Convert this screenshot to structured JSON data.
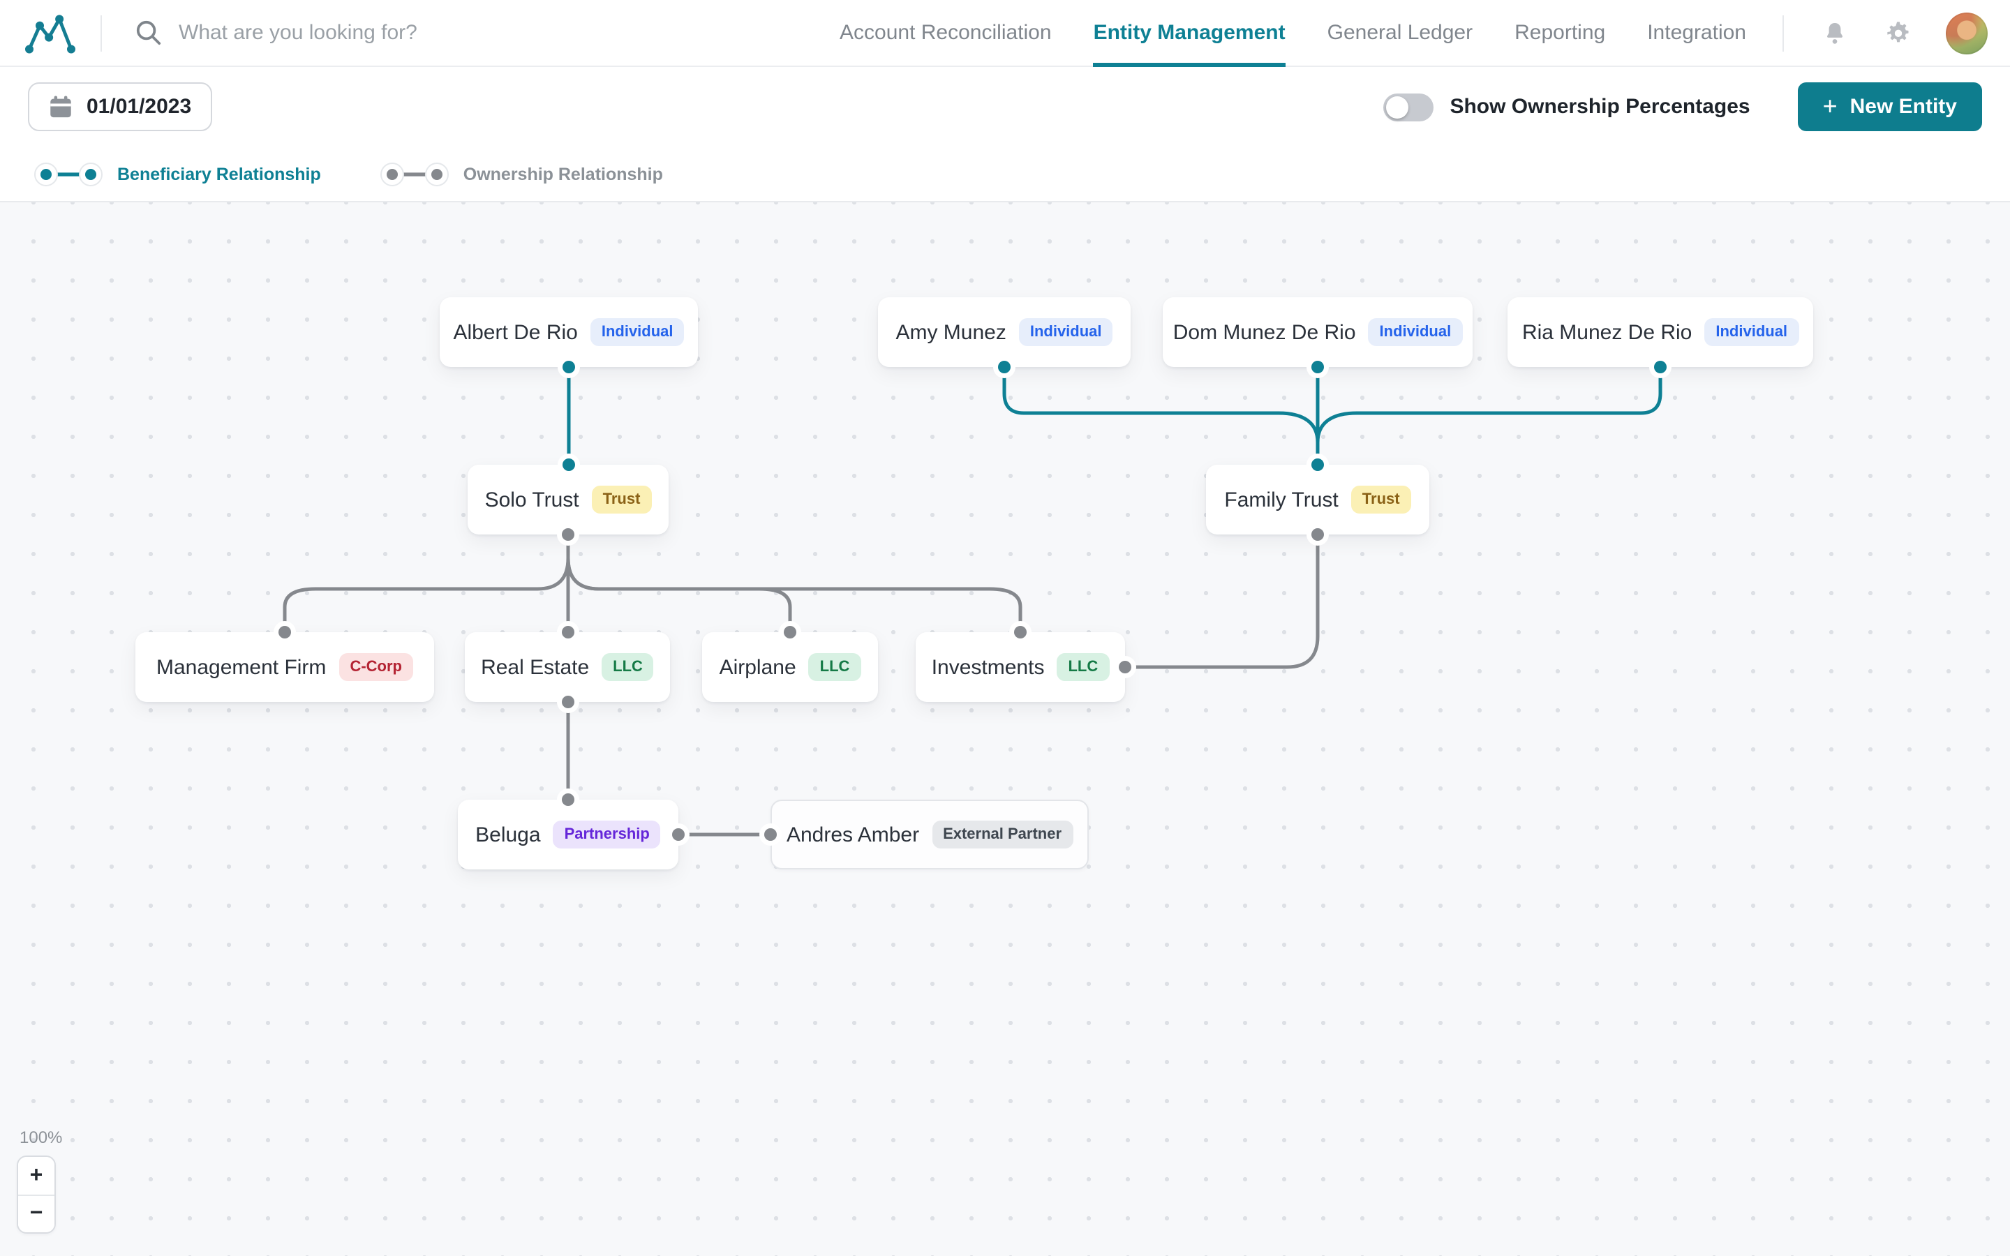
{
  "header": {
    "search_placeholder": "What are you looking for?",
    "nav": [
      {
        "label": "Account Reconciliation",
        "active": false
      },
      {
        "label": "Entity Management",
        "active": true
      },
      {
        "label": "General Ledger",
        "active": false
      },
      {
        "label": "Reporting",
        "active": false
      },
      {
        "label": "Integration",
        "active": false
      }
    ],
    "icons": [
      "logo-icon",
      "search-icon",
      "bell-icon",
      "gear-icon",
      "avatar"
    ]
  },
  "toolbar": {
    "date": "01/01/2023",
    "toggle_label": "Show Ownership Percentages",
    "toggle_state": "off",
    "new_entity_plus": "+",
    "new_entity_label": "New Entity"
  },
  "legend": [
    {
      "id": "beneficiary",
      "label": "Beneficiary Relationship"
    },
    {
      "id": "ownership",
      "label": "Ownership Relationship"
    }
  ],
  "zoom_controls": {
    "level": "100%",
    "zoom_in": "+",
    "zoom_out": "−"
  },
  "canvas": {
    "nodes": [
      {
        "id": "albert",
        "name": "Albert De Rio",
        "badge": "Individual",
        "badge_type": "individual"
      },
      {
        "id": "amy",
        "name": "Amy Munez",
        "badge": "Individual",
        "badge_type": "individual"
      },
      {
        "id": "dom",
        "name": "Dom Munez De Rio",
        "badge": "Individual",
        "badge_type": "individual"
      },
      {
        "id": "ria",
        "name": "Ria Munez De Rio",
        "badge": "Individual",
        "badge_type": "individual"
      },
      {
        "id": "solo",
        "name": "Solo Trust",
        "badge": "Trust",
        "badge_type": "trust"
      },
      {
        "id": "family",
        "name": "Family Trust",
        "badge": "Trust",
        "badge_type": "trust"
      },
      {
        "id": "mgmt",
        "name": "Management Firm",
        "badge": "C-Corp",
        "badge_type": "ccorp"
      },
      {
        "id": "realestate",
        "name": "Real Estate",
        "badge": "LLC",
        "badge_type": "llc"
      },
      {
        "id": "airplane",
        "name": "Airplane",
        "badge": "LLC",
        "badge_type": "llc"
      },
      {
        "id": "investments",
        "name": "Investments",
        "badge": "LLC",
        "badge_type": "llc"
      },
      {
        "id": "beluga",
        "name": "Beluga",
        "badge": "Partnership",
        "badge_type": "partnership"
      },
      {
        "id": "andres",
        "name": "Andres Amber",
        "badge": "External Partner",
        "badge_type": "external"
      }
    ],
    "edges": [
      {
        "from": "Albert De Rio",
        "to": "Solo Trust",
        "type": "beneficiary"
      },
      {
        "from": "Amy Munez",
        "to": "Family Trust",
        "type": "beneficiary"
      },
      {
        "from": "Dom Munez De Rio",
        "to": "Family Trust",
        "type": "beneficiary"
      },
      {
        "from": "Ria Munez De Rio",
        "to": "Family Trust",
        "type": "beneficiary"
      },
      {
        "from": "Solo Trust",
        "to": "Management Firm",
        "type": "ownership"
      },
      {
        "from": "Solo Trust",
        "to": "Real Estate",
        "type": "ownership"
      },
      {
        "from": "Solo Trust",
        "to": "Airplane",
        "type": "ownership"
      },
      {
        "from": "Solo Trust",
        "to": "Investments",
        "type": "ownership"
      },
      {
        "from": "Family Trust",
        "to": "Investments",
        "type": "ownership"
      },
      {
        "from": "Real Estate",
        "to": "Beluga",
        "type": "ownership"
      },
      {
        "from": "Beluga",
        "to": "Andres Amber",
        "type": "ownership"
      }
    ]
  },
  "colors": {
    "accent": "#0e8094",
    "edge_beneficiary": "#0e8094",
    "edge_ownership": "#85888d",
    "nav_inactive": "#80868d",
    "legend_ownership_text": "#8b9197",
    "badges": {
      "individual": {
        "bg": "#e7eefb",
        "fg": "#2563eb"
      },
      "trust": {
        "bg": "#fbf0b5",
        "fg": "#8a6116"
      },
      "ccorp": {
        "bg": "#fbe2e2",
        "fg": "#b42333"
      },
      "llc": {
        "bg": "#d8f1e3",
        "fg": "#157a46"
      },
      "partnership": {
        "bg": "#ebe3fc",
        "fg": "#6526d9"
      },
      "external": {
        "bg": "#e6e8eb",
        "fg": "#3e464f"
      }
    }
  }
}
